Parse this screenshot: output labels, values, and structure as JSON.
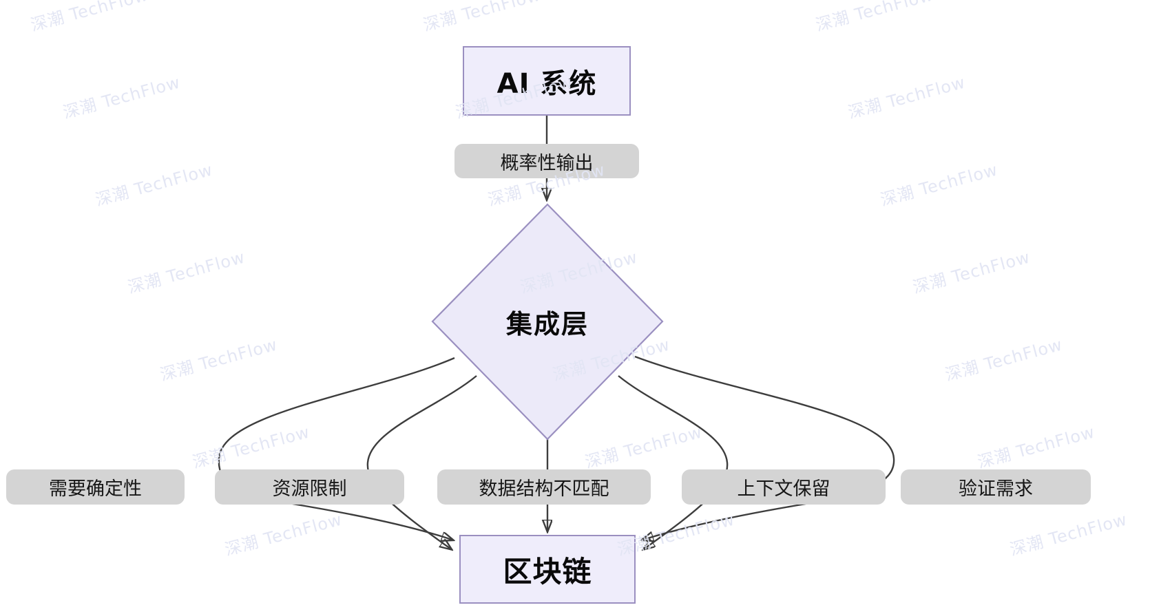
{
  "watermark": {
    "text": "深潮 TechFlow"
  },
  "colors": {
    "node_fill": "#efedfb",
    "node_stroke": "#9a8fc0",
    "diamond_fill": "#eceaf9",
    "edge_label_fill": "#d4d4d4",
    "edge_line": "#3d3d3d",
    "text": "#0a0a0a",
    "watermark": "#e2e5f4",
    "background": "#ffffff"
  },
  "nodes": {
    "ai": "AI 系统",
    "integration": "集成层",
    "blockchain": "区块链"
  },
  "edges": [
    {
      "from": "AI 系统",
      "to": "集成层",
      "label": "概率性输出"
    },
    {
      "from": "集成层",
      "to": "区块链",
      "label": "需要确定性"
    },
    {
      "from": "集成层",
      "to": "区块链",
      "label": "资源限制"
    },
    {
      "from": "集成层",
      "to": "区块链",
      "label": "数据结构不匹配"
    },
    {
      "from": "集成层",
      "to": "区块链",
      "label": "上下文保留"
    },
    {
      "from": "集成层",
      "to": "区块链",
      "label": "验证需求"
    }
  ]
}
